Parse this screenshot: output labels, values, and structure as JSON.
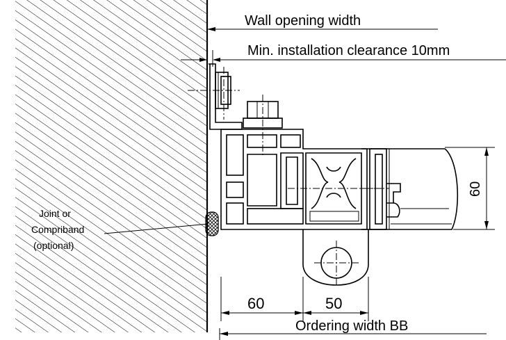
{
  "labels": {
    "wall_opening": "Wall opening width",
    "min_clearance": "Min. installation clearance  10mm",
    "joint_line1": "Joint or",
    "joint_line2": "Compriband",
    "joint_line3": "(optional)",
    "ordering_width": "Ordering width BB"
  },
  "dimensions": {
    "height_right": "60",
    "bottom_left": "60",
    "bottom_right": "50"
  },
  "colors": {
    "ink": "#000000",
    "background": "#ffffff"
  }
}
